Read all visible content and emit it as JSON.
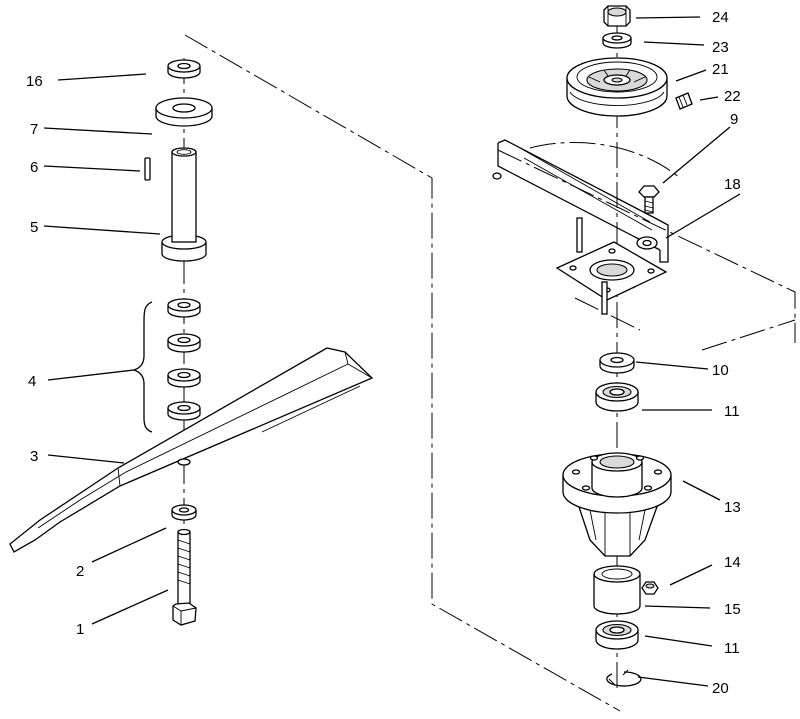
{
  "callouts": [
    {
      "id": "c16",
      "text": "16"
    },
    {
      "id": "c7",
      "text": "7"
    },
    {
      "id": "c6",
      "text": "6"
    },
    {
      "id": "c5",
      "text": "5"
    },
    {
      "id": "c4",
      "text": "4"
    },
    {
      "id": "c3",
      "text": "3"
    },
    {
      "id": "c2",
      "text": "2"
    },
    {
      "id": "c1",
      "text": "1"
    },
    {
      "id": "c24",
      "text": "24"
    },
    {
      "id": "c23",
      "text": "23"
    },
    {
      "id": "c21",
      "text": "21"
    },
    {
      "id": "c22",
      "text": "22"
    },
    {
      "id": "c9",
      "text": "9"
    },
    {
      "id": "c18",
      "text": "18"
    },
    {
      "id": "c10",
      "text": "10"
    },
    {
      "id": "c11a",
      "text": "11"
    },
    {
      "id": "c13",
      "text": "13"
    },
    {
      "id": "c14",
      "text": "14"
    },
    {
      "id": "c15",
      "text": "15"
    },
    {
      "id": "c11b",
      "text": "11"
    },
    {
      "id": "c20",
      "text": "20"
    }
  ]
}
